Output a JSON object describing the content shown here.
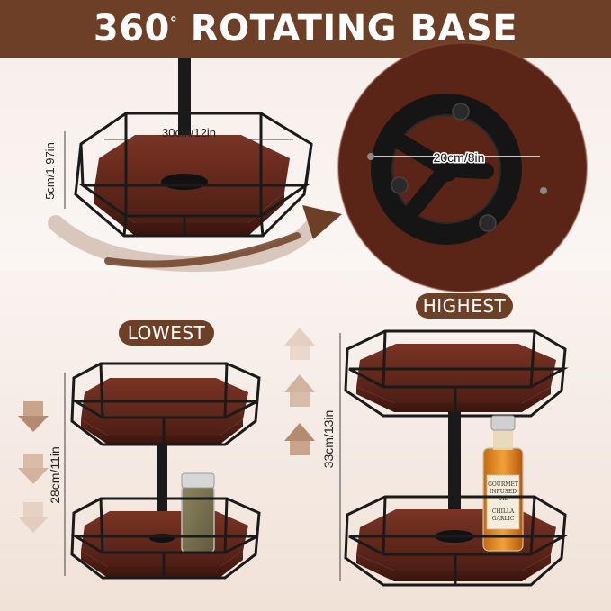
{
  "banner": {
    "title_main": "360",
    "title_deg": "°",
    "title_rest": " ROTATING BASE"
  },
  "top_left": {
    "width_label": "30cm/12in",
    "height_label": "5cm/1.97in"
  },
  "top_right": {
    "diameter_label": "20cm/8in"
  },
  "bottom_left": {
    "badge": "LOWEST",
    "height_label": "28cm/11in"
  },
  "bottom_right": {
    "badge": "HIGHEST",
    "height_label": "33cm/13in"
  },
  "bottle_label": {
    "line1": "GOURMET",
    "line2": "INFUSED",
    "line3": "OIL",
    "line4": "CHILLA",
    "line5": "GARLIC"
  },
  "colors": {
    "brand": "#6e3f27",
    "wood": "#6a2c1e",
    "metal": "#1a1a1a",
    "arrow": "#c9a38a"
  }
}
